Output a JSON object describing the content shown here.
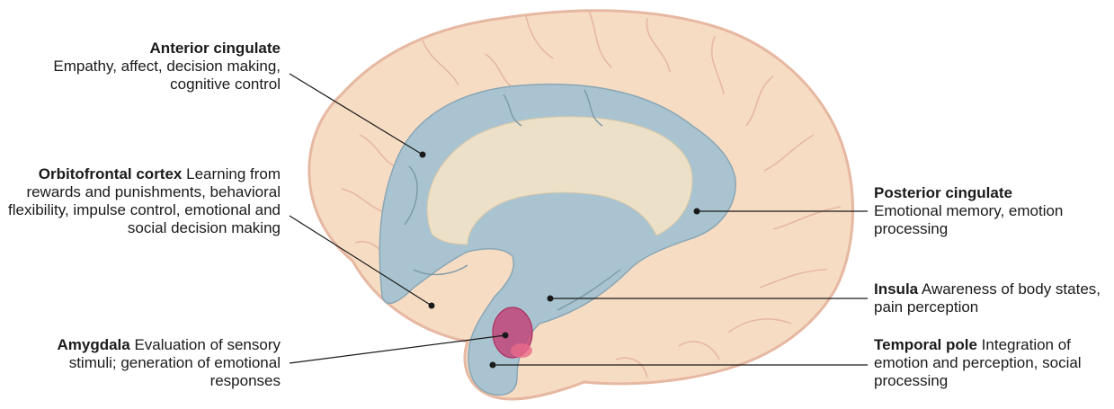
{
  "regions": {
    "anterior_cingulate": {
      "name": "Anterior cingulate",
      "description": "Empathy, affect, decision making, cognitive control"
    },
    "orbitofrontal_cortex": {
      "name": "Orbitofrontal cortex",
      "description": "Learning from rewards and punishments, behavioral flexibility, impulse control, emotional and social decision making"
    },
    "amygdala": {
      "name": "Amygdala",
      "description": "Evaluation of sensory stimuli; generation of emotional responses"
    },
    "posterior_cingulate": {
      "name": "Posterior cingulate",
      "description": "Emotional memory, emotion processing"
    },
    "insula": {
      "name": "Insula",
      "description": "Awareness of body states, pain perception"
    },
    "temporal_pole": {
      "name": "Temporal pole",
      "description": "Integration of emotion and perception, social processing"
    }
  },
  "colors": {
    "brain_fill": "#f7dcc4",
    "brain_outline": "#e6b8a2",
    "limbic_fill": "#a9c4d0",
    "corpus_callosum": "#ede0c8",
    "amygdala": "#c2477a",
    "leader_line": "#1a1a1a"
  }
}
